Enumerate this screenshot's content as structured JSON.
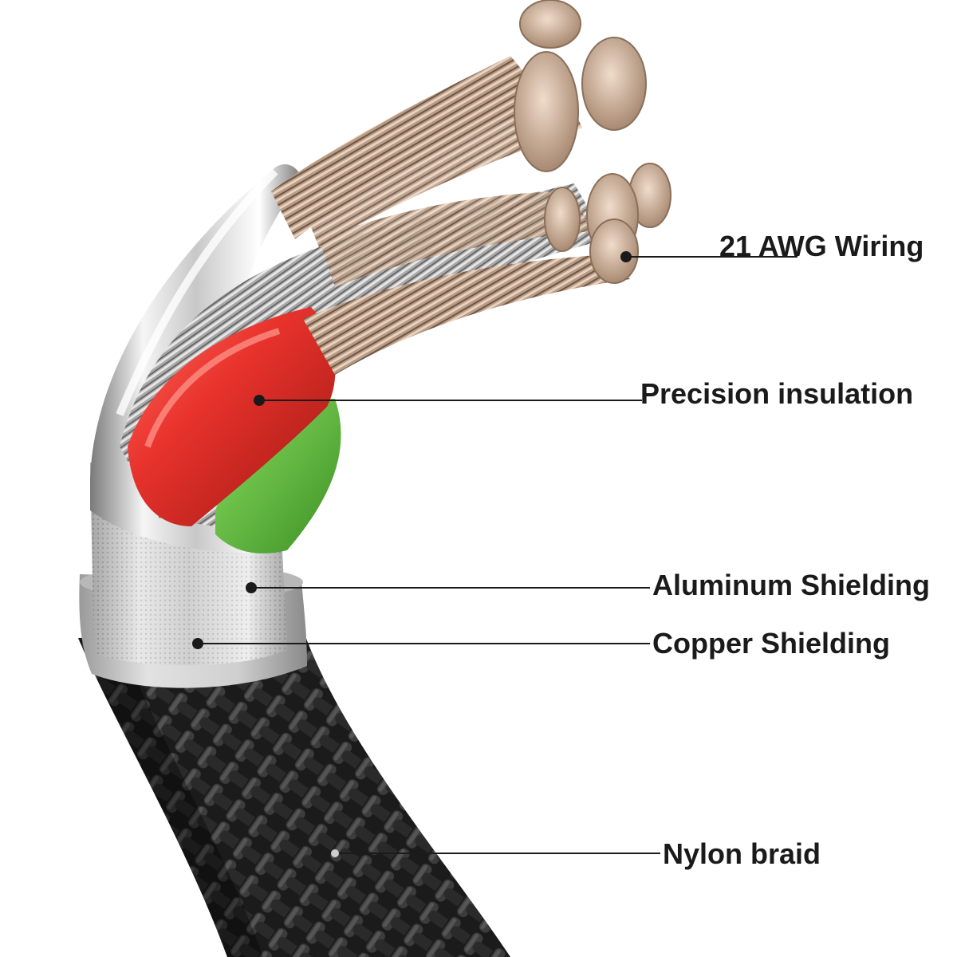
{
  "colors": {
    "copper_light": "#e8d2bf",
    "copper_mid": "#b89b84",
    "copper_dark": "#6e5646",
    "silver_light": "#f4f4f4",
    "silver_mid": "#bcbcbc",
    "silver_dark": "#6a6a6a",
    "insulation_red": "#e8322c",
    "insulation_green": "#5cc23a",
    "braid_dark": "#1b1b1b",
    "braid_light": "#5a5a5a",
    "leader_line": "#1a1a1a",
    "label_text": "#1a1a1a"
  },
  "callouts": [
    {
      "id": "awg",
      "label": "21 AWG Wiring"
    },
    {
      "id": "insul",
      "label": "Precision insulation"
    },
    {
      "id": "alu",
      "label": "Aluminum Shielding"
    },
    {
      "id": "cu",
      "label": "Copper Shielding"
    },
    {
      "id": "nylon",
      "label": "Nylon braid"
    }
  ]
}
